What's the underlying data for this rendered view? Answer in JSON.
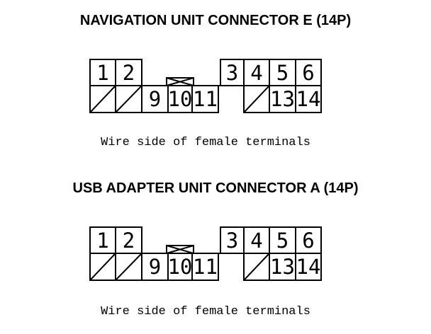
{
  "page": {
    "background_color": "#ffffff",
    "line_color": "#000000",
    "icons": {
      "keyway": "crossed-box",
      "blocked_cavity": "diagonal-slash"
    }
  },
  "connectors": [
    {
      "title": "NAVIGATION UNIT CONNECTOR E (14P)",
      "caption": "Wire side of female terminals",
      "pins": {
        "p1": "1",
        "p2": "2",
        "p3": "3",
        "p4": "4",
        "p5": "5",
        "p6": "6",
        "p9": "9",
        "p10": "10",
        "p11": "11",
        "p13": "13",
        "p14": "14"
      }
    },
    {
      "title": "USB ADAPTER UNIT CONNECTOR A (14P)",
      "caption": "Wire side of female terminals",
      "pins": {
        "p1": "1",
        "p2": "2",
        "p3": "3",
        "p4": "4",
        "p5": "5",
        "p6": "6",
        "p9": "9",
        "p10": "10",
        "p11": "11",
        "p13": "13",
        "p14": "14"
      }
    }
  ]
}
